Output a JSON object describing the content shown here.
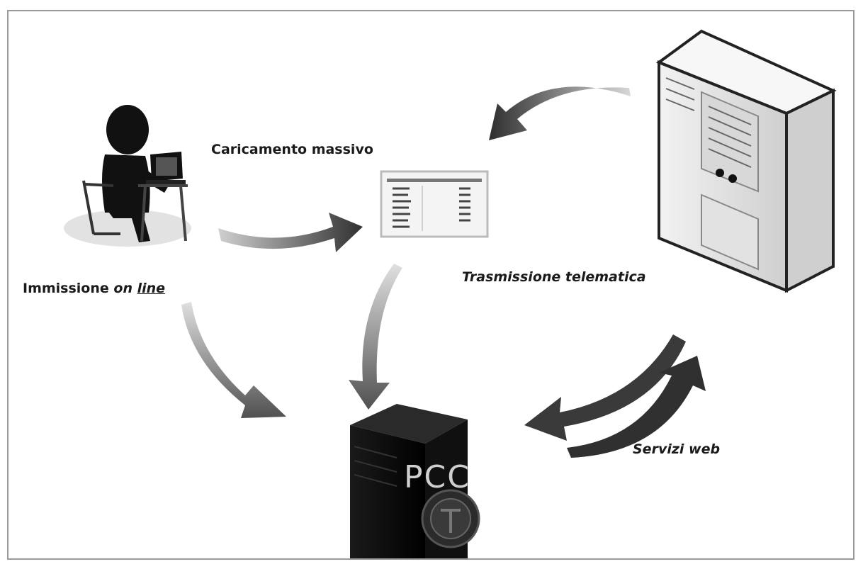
{
  "labels": {
    "caricamento": "Caricamento massivo",
    "immissione_prefix": "Immissione ",
    "immissione_on": "on ",
    "immissione_line": "line",
    "trasmissione": "Trasmissione telematica",
    "servizi": "Servizi web"
  },
  "pcc_text": "PCC",
  "icons": {
    "user": "person-at-laptop-icon",
    "document": "spreadsheet-document-icon",
    "server": "server-tower-icon",
    "pcc": "pcc-server-icon"
  },
  "colors": {
    "arrow_dark": "#3a3a3a",
    "arrow_mid": "#7a7a7a",
    "silhouette": "#111111",
    "server_body": "#e6e6e6"
  }
}
